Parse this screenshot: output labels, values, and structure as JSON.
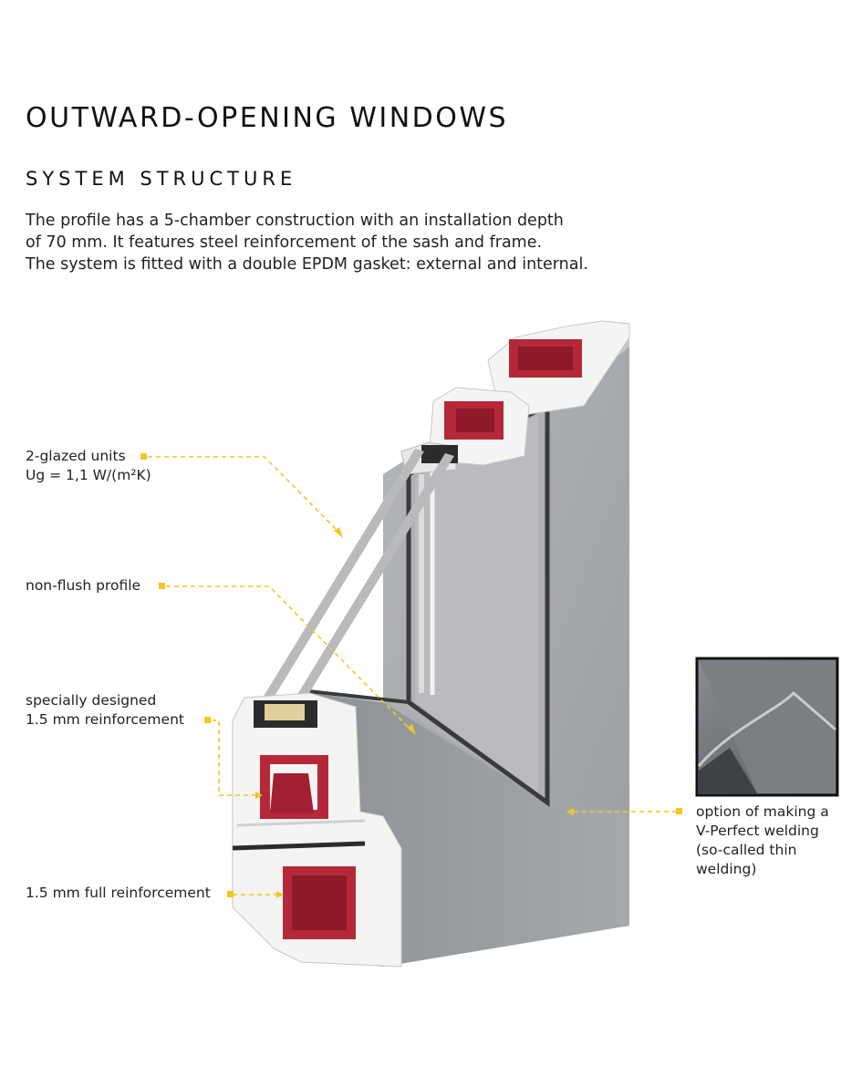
{
  "header": {
    "title": "OUTWARD-OPENING WINDOWS",
    "subtitle": "SYSTEM STRUCTURE",
    "description": [
      "The profile has a 5-chamber construction with an installation depth",
      "of 70 mm. It features steel reinforcement of the sash and frame.",
      "The system is fitted with a double EPDM gasket: external and internal."
    ]
  },
  "callouts": {
    "glazing": [
      "2-glazed units",
      "Ug = 1,1 W/(m²K)"
    ],
    "profile": [
      "non-flush profile"
    ],
    "sash_reinforcement": [
      "specially designed",
      "1.5 mm reinforcement"
    ],
    "frame_reinforcement": [
      "1.5 mm full reinforcement"
    ],
    "welding": [
      "option of making a",
      "V-Perfect welding",
      "(so-called thin",
      "welding)"
    ]
  },
  "colors": {
    "accent": "#f3c623",
    "profile_grey": "#a3a5a8",
    "reinforcement": "#b5283a",
    "pvc_white": "#f4f4f2",
    "gasket": "#2b2b2b"
  }
}
